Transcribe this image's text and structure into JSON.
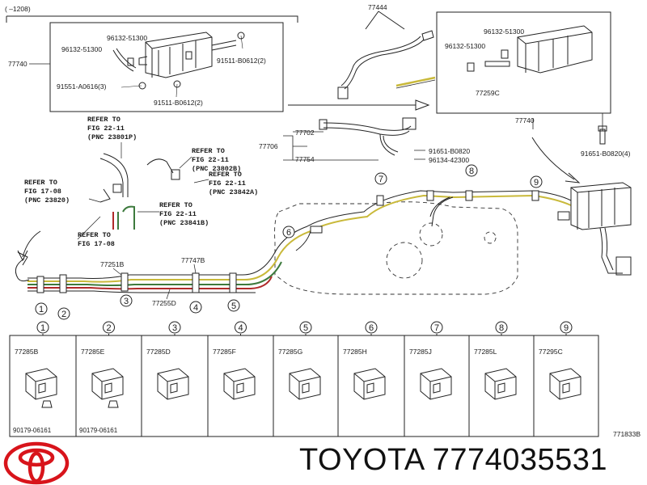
{
  "header": {
    "range_code": "(  –1208)"
  },
  "canister_detail_left": {
    "parts": [
      "77740",
      "96132-51300",
      "96132-51300",
      "91511-B0612(2)",
      "91551-A0616(3)",
      "91511-B0612(2)"
    ]
  },
  "canister_detail_right": {
    "parts": [
      "77444",
      "96132-51300",
      "96132-51300",
      "77259C",
      "77740",
      "91651-B0820(4)"
    ]
  },
  "circle_numbers": [
    "1",
    "2",
    "3",
    "4",
    "5",
    "6",
    "7",
    "8",
    "9"
  ],
  "main_parts": [
    "77702",
    "77706",
    "77754",
    "91651-B0820",
    "96134-42300",
    "77251B",
    "77747B",
    "77255D"
  ],
  "references": [
    {
      "line1": "REFER TO",
      "line2": "FIG 22-11",
      "line3": "(PNC 23801P)"
    },
    {
      "line1": "REFER TO",
      "line2": "FIG 22-11",
      "line3": "(PNC 23802B)"
    },
    {
      "line1": "REFER TO",
      "line2": "FIG 22-11",
      "line3": "(PNC 23842A)"
    },
    {
      "line1": "REFER TO",
      "line2": "FIG 17-08",
      "line3": "(PNC 23820)"
    },
    {
      "line1": "REFER TO",
      "line2": "FIG 22-11",
      "line3": "(PNC 23841B)"
    },
    {
      "line1": "REFER TO",
      "line2": "FIG 17-08",
      "line3": ""
    }
  ],
  "clamp_table": [
    {
      "num": "1",
      "part": "77285B",
      "sub": "90179-06161"
    },
    {
      "num": "2",
      "part": "77285E",
      "sub": "90179-06161"
    },
    {
      "num": "3",
      "part": "77285D",
      "sub": ""
    },
    {
      "num": "4",
      "part": "77285F",
      "sub": ""
    },
    {
      "num": "5",
      "part": "77285G",
      "sub": ""
    },
    {
      "num": "6",
      "part": "77285H",
      "sub": ""
    },
    {
      "num": "7",
      "part": "77285J",
      "sub": ""
    },
    {
      "num": "8",
      "part": "77285L",
      "sub": ""
    },
    {
      "num": "9",
      "part": "77295C",
      "sub": ""
    }
  ],
  "figure_code": "771833B",
  "footer": {
    "brand": "TOYOTA",
    "part_number": "7774035531"
  },
  "colors": {
    "line": "#1a1a1a",
    "tube_red": "#b02a2a",
    "tube_green": "#3d7a3d",
    "tube_yellow": "#c9b93a",
    "logo_red": "#d8141b"
  }
}
